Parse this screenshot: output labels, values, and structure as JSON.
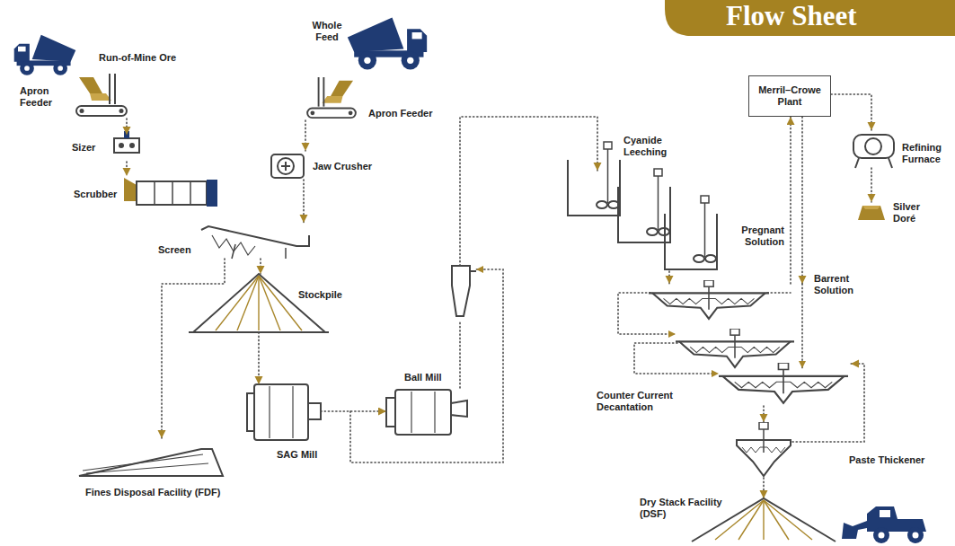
{
  "diagram": {
    "title": "Flow Sheet",
    "nodes": [
      {
        "text": [
          "Run-of-Mine Ore"
        ]
      },
      {
        "text": [
          "Apron Feeder"
        ]
      },
      {
        "text": [
          "Sizer"
        ]
      },
      {
        "text": [
          "Scrubber"
        ]
      },
      {
        "text": [
          "Whole Feed"
        ]
      },
      {
        "text": [
          "Apron Feeder"
        ]
      },
      {
        "text": [
          "Jaw Crusher"
        ]
      },
      {
        "text": [
          "Screen"
        ]
      },
      {
        "text": [
          "Stockpile"
        ]
      },
      {
        "text": [
          "Fines Disposal Facility (FDF)"
        ]
      },
      {
        "text": [
          "SAG Mill"
        ]
      },
      {
        "text": [
          "Ball Mill"
        ]
      },
      {
        "text": [
          "Cyanide Leeching"
        ]
      },
      {
        "text": [
          "Counter Current Decantation"
        ]
      },
      {
        "text": [
          "Merril–Crowe Plant"
        ]
      },
      {
        "text": [
          "Refining Furnace"
        ]
      },
      {
        "text": [
          "Silver Doré"
        ]
      },
      {
        "text": [
          "Paste Thickener"
        ]
      },
      {
        "text": [
          "Dry Stack Facility (DSF)"
        ]
      }
    ],
    "edges": [
      {
        "from": 1,
        "to": 2,
        "arrow": "to"
      },
      {
        "from": 2,
        "to": 3,
        "arrow": "to"
      },
      {
        "from": 5,
        "to": 6,
        "arrow": "to"
      },
      {
        "from": 6,
        "to": 7,
        "arrow": "to"
      },
      {
        "from": 7,
        "to": 9,
        "arrow": "to"
      },
      {
        "from": 7,
        "to": 8,
        "arrow": "to"
      },
      {
        "from": 8,
        "to": 10,
        "arrow": "to"
      },
      {
        "from": 10,
        "to": 11,
        "arrow": "to"
      },
      {
        "from": 11,
        "to": 12,
        "arrow": "to"
      },
      {
        "from": 12,
        "to": 13,
        "arrow": "to"
      },
      {
        "from": 13,
        "to": 14,
        "arrow": "to",
        "label": "Pregnant Solution"
      },
      {
        "from": 14,
        "to": 13,
        "arrow": "to",
        "label": "Barrent Solution"
      },
      {
        "from": 14,
        "to": 15,
        "arrow": "to"
      },
      {
        "from": 15,
        "to": 16,
        "arrow": "to"
      },
      {
        "from": 13,
        "to": 17,
        "arrow": "to"
      },
      {
        "from": 17,
        "to": 13,
        "arrow": "to"
      },
      {
        "from": 17,
        "to": 18,
        "arrow": "to"
      }
    ]
  }
}
